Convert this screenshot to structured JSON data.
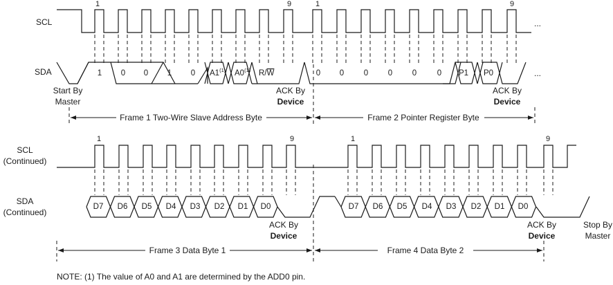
{
  "signals": {
    "scl": "SCL",
    "sda": "SDA",
    "scl_cont_1": "SCL",
    "scl_cont_2": "(Continued)",
    "sda_cont_1": "SDA",
    "sda_cont_2": "(Continued)"
  },
  "clock_numbers": {
    "f1_first": "1",
    "f1_last": "9",
    "f2_first": "1",
    "f2_last": "9",
    "f3_first": "1",
    "f3_last": "9",
    "f4_first": "1",
    "f4_last": "9"
  },
  "ellipsis": {
    "scl": "...",
    "sda": "..."
  },
  "frame1_bits": [
    "1",
    "0",
    "0",
    "1",
    "0"
  ],
  "frame1_addr": {
    "a1": "A1",
    "a0": "A0",
    "footnote": "(1)",
    "rw": "R/",
    "rw_bar": "W"
  },
  "frame2_bits": [
    "0",
    "0",
    "0",
    "0",
    "0",
    "0",
    "P1",
    "P0"
  ],
  "data_bits": [
    "D7",
    "D6",
    "D5",
    "D4",
    "D3",
    "D2",
    "D1",
    "D0"
  ],
  "annotations": {
    "start_1": "Start By",
    "start_2": "Master",
    "ack_1": "ACK By",
    "ack_2": "Device",
    "stop_1": "Stop By",
    "stop_2": "Master"
  },
  "frames": {
    "f1": "Frame 1 Two-Wire Slave Address Byte",
    "f2": "Frame 2 Pointer Register Byte",
    "f3": "Frame 3 Data Byte 1",
    "f4": "Frame 4 Data Byte 2"
  },
  "note": "NOTE: (1) The value of A0 and A1 are determined by the ADD0 pin."
}
